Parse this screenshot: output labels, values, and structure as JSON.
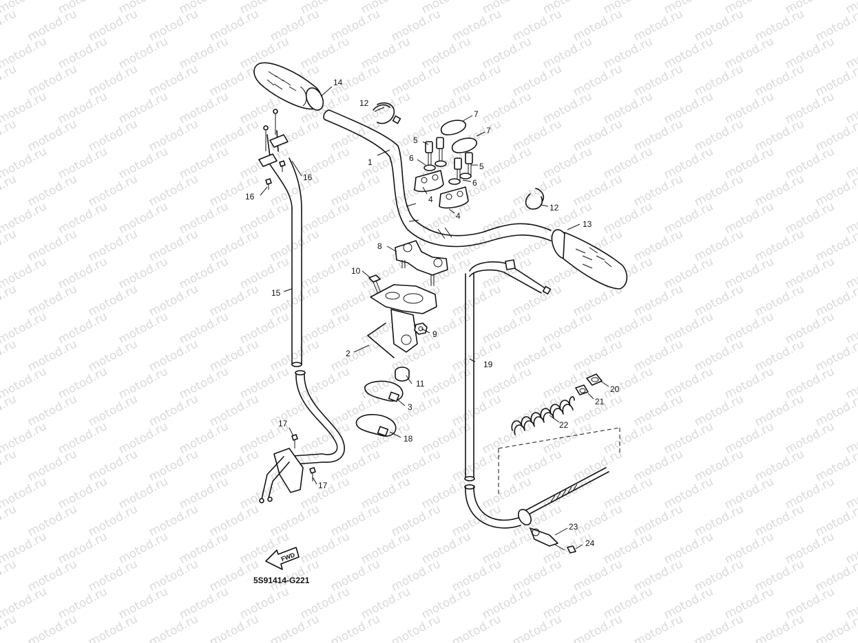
{
  "diagram_code": "5S91414-G221",
  "fwd_arrow": {
    "label": "FWD",
    "icon": "fwd-arrow-icon"
  },
  "watermark": "motod.ru",
  "callouts": {
    "c1": "1",
    "c2": "2",
    "c3": "3",
    "c4a": "4",
    "c4b": "4",
    "c5a": "5",
    "c5b": "5",
    "c6a": "6",
    "c6b": "6",
    "c7a": "7",
    "c7b": "7",
    "c8": "8",
    "c9": "9",
    "c10": "10",
    "c11": "11",
    "c12a": "12",
    "c12b": "12",
    "c13": "13",
    "c14": "14",
    "c15": "15",
    "c16a": "16",
    "c16b": "16",
    "c17a": "17",
    "c17b": "17",
    "c18": "18",
    "c19": "19",
    "c20": "20",
    "c21": "21",
    "c22": "22",
    "c23": "23",
    "c24": "24"
  }
}
